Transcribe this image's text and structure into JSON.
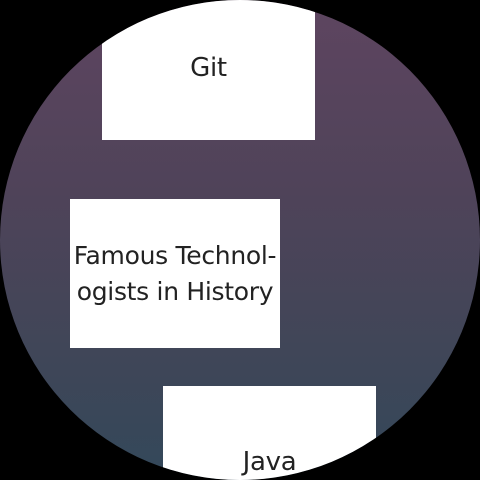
{
  "cards": [
    {
      "label": "Git"
    },
    {
      "label": "Famous Technol-\nogists in History"
    },
    {
      "label": "Java"
    }
  ],
  "colors": {
    "background": "#000000",
    "gradient_top": "#5e4560",
    "gradient_bottom": "#33485a",
    "card": "#ffffff",
    "text": "#222222"
  }
}
